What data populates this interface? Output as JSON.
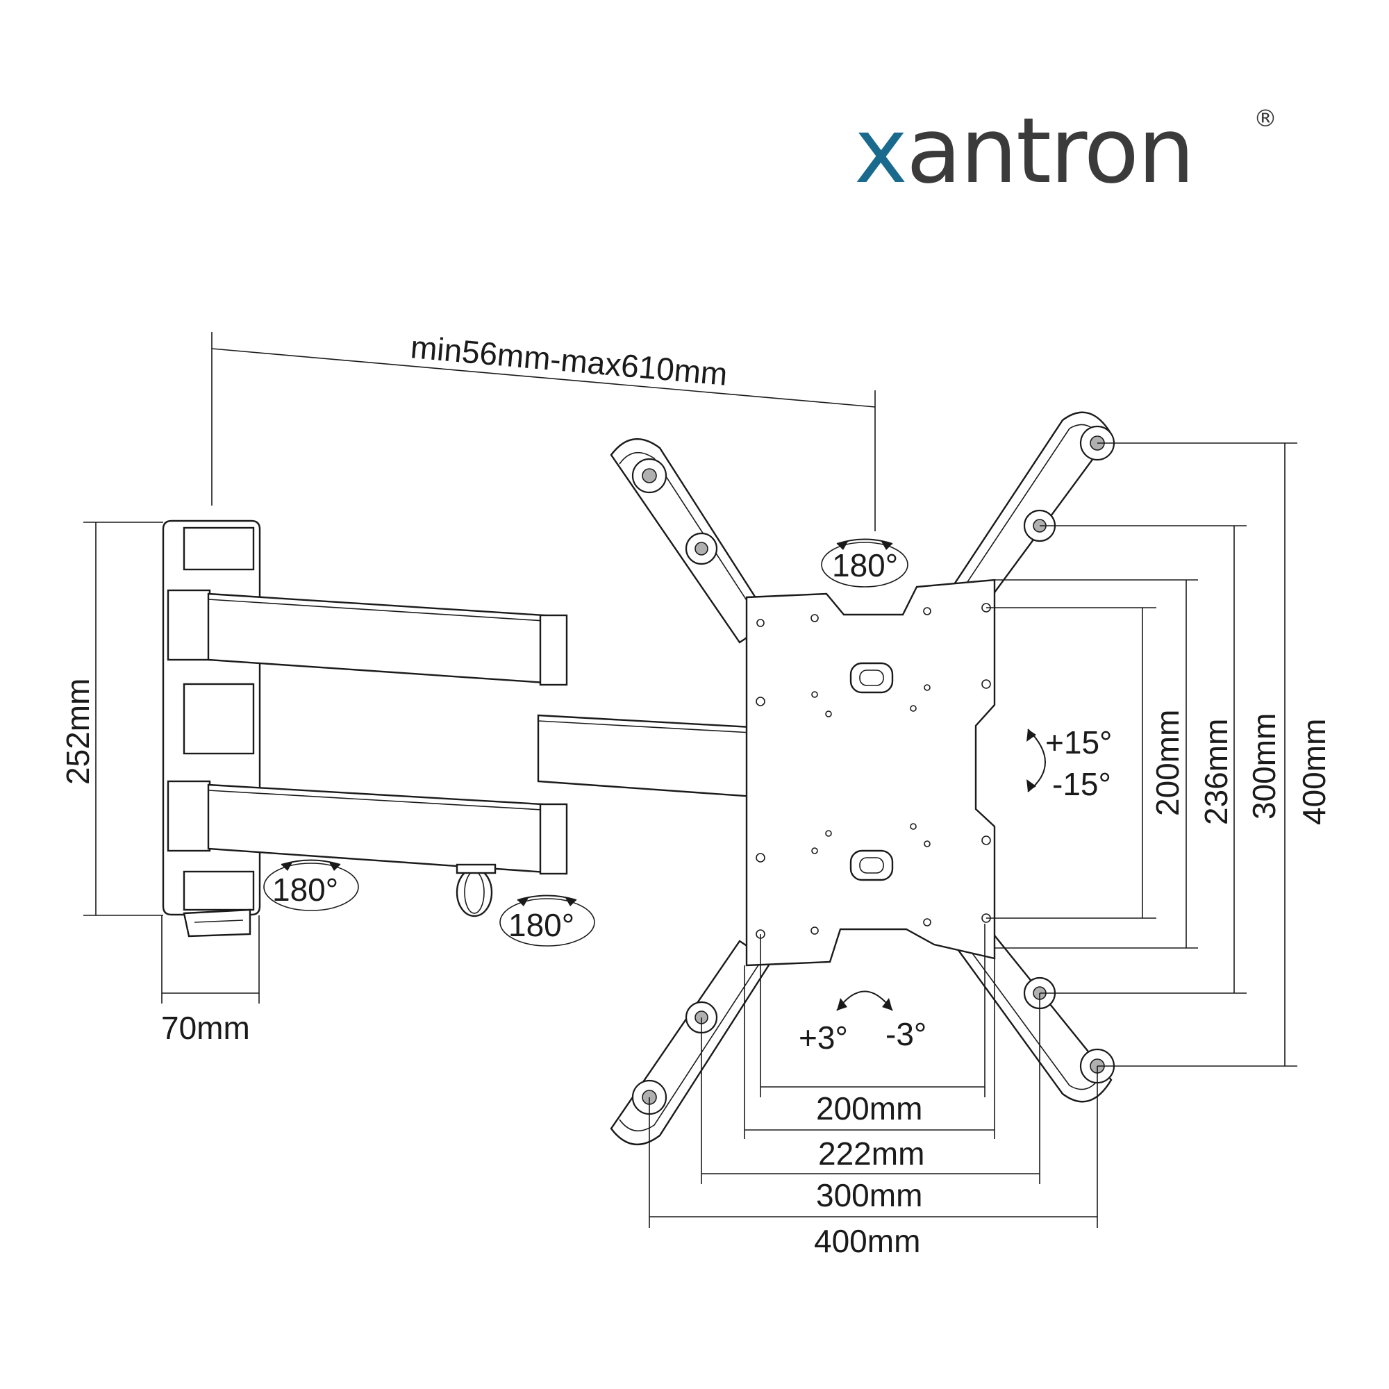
{
  "brand": {
    "logo_text": "xantron",
    "logo_initial": "x",
    "logo_rest": "antron",
    "registered_mark": "®",
    "colors": {
      "initial": "#1a6a8e",
      "rest": "#3b3b3b"
    }
  },
  "dimensions": {
    "arm_extension": "min56mm-max610mm",
    "wall_plate_height": "252mm",
    "wall_plate_width": "70mm",
    "vesa_horizontal": [
      "200mm",
      "222mm",
      "300mm",
      "400mm"
    ],
    "vesa_vertical": [
      "200mm",
      "236mm",
      "300mm",
      "400mm"
    ]
  },
  "angles": {
    "top_swivel": "180°",
    "wall_swivel": "180°",
    "arm_swivel": "180°",
    "tilt_up": "+15°",
    "tilt_down": "-15°",
    "rotate_pos": "+3°",
    "rotate_neg": "-3°"
  }
}
